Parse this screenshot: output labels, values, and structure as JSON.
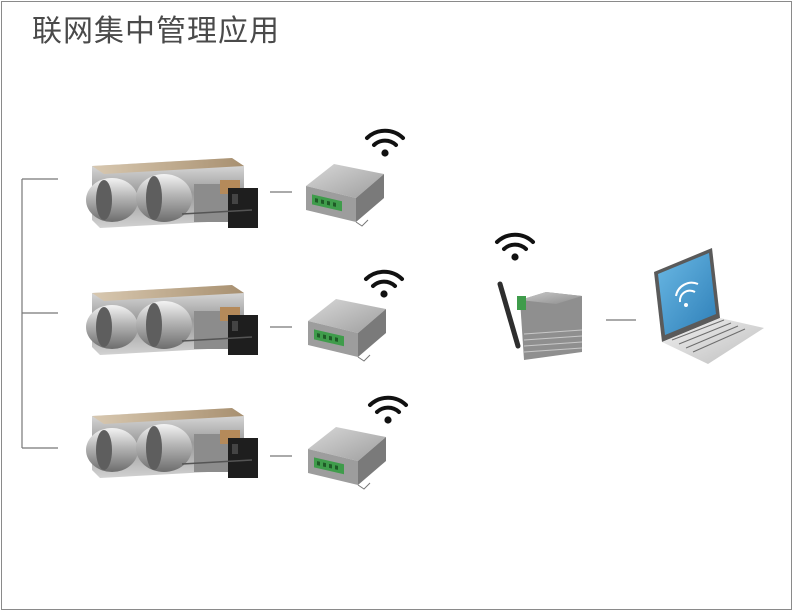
{
  "title": "联网集中管理应用",
  "colors": {
    "border": "#8a8a8a",
    "connector": "#777777",
    "title_text": "#4a4a4a",
    "wifi": "#111111",
    "module_body": "#b9b9b9",
    "terminal_green": "#3f9c4b",
    "laptop_screen": "#4aa0d4"
  },
  "devices": {
    "fan_coil_units": 3,
    "wireless_modules": 3,
    "gateway": "wireless-gateway",
    "computer": "laptop"
  },
  "icons": [
    "wifi-icon",
    "fan-coil-unit-icon",
    "wireless-module-icon",
    "gateway-icon",
    "laptop-icon"
  ]
}
